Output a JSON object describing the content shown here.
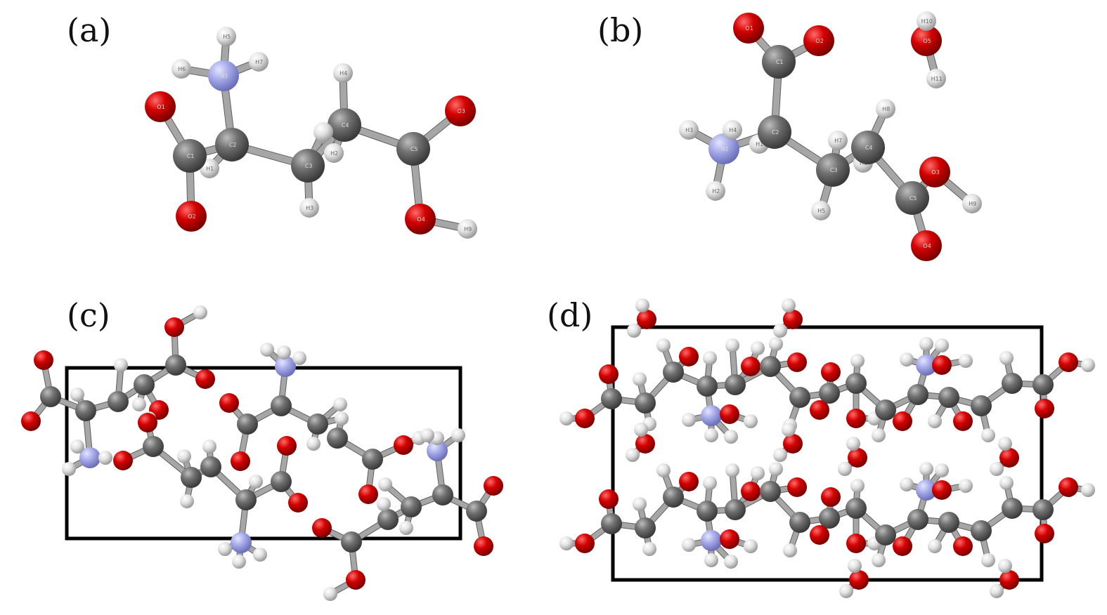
{
  "panels": {
    "a": {
      "label": "(a)"
    },
    "b": {
      "label": "(b)"
    },
    "c": {
      "label": "(c)"
    },
    "d": {
      "label": "(d)"
    }
  },
  "colors": {
    "oxygen": "#d40000",
    "carbon": "#6f6f6f",
    "nitrogen": "#a8acea",
    "hydrogen": "#e6e6e6",
    "bond": "#8a8a8a",
    "cell": "#000000"
  },
  "atom_labels": {
    "a": [
      "O1",
      "O2",
      "O3",
      "O4",
      "N1",
      "H5",
      "H6",
      "H7",
      "H4",
      "H3",
      "H2",
      "H1",
      "H9",
      "C1",
      "C2",
      "C3",
      "C4",
      "C5"
    ],
    "b": [
      "O1",
      "O2",
      "O3",
      "O4",
      "O5",
      "N1",
      "H1",
      "H2",
      "H3",
      "H4",
      "H5",
      "H6",
      "H7",
      "H8",
      "H9",
      "H10",
      "H11",
      "C1",
      "C2",
      "C3",
      "C4",
      "C5"
    ]
  }
}
